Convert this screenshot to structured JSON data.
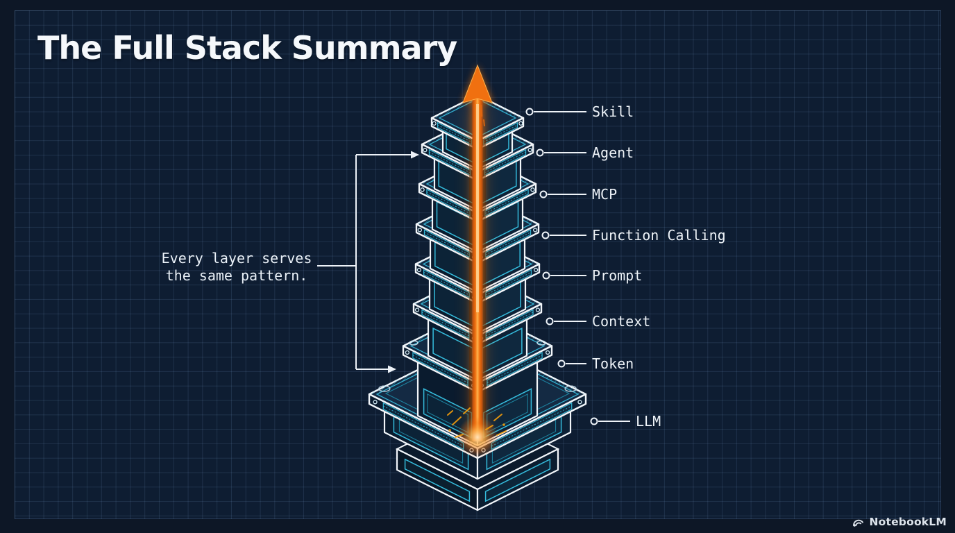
{
  "title": "The Full Stack Summary",
  "annotation": {
    "lines": [
      "Every layer serves",
      "the same pattern."
    ]
  },
  "layers": [
    {
      "label": "Skill"
    },
    {
      "label": "Agent"
    },
    {
      "label": "MCP"
    },
    {
      "label": "Function Calling"
    },
    {
      "label": "Prompt"
    },
    {
      "label": "Context"
    },
    {
      "label": "Token"
    },
    {
      "label": "LLM"
    }
  ],
  "watermark": {
    "brand": "NotebookLM"
  },
  "colors": {
    "margin_bg": "#0d1726",
    "panel_bg": "#0e1d32",
    "grid_line": "#2c4058",
    "outline_white": "#f2f6fa",
    "detail_cyan": "#38c5e6",
    "detail_teal": "#1f93b2",
    "face_left": "#0a1b2e",
    "face_right": "#0d2136",
    "face_top": "#142a43",
    "arrow_orange": "#f07010",
    "arrow_bright": "#ffb34d",
    "arrow_dark": "#b44a0c",
    "spark": "#f59e0b"
  }
}
